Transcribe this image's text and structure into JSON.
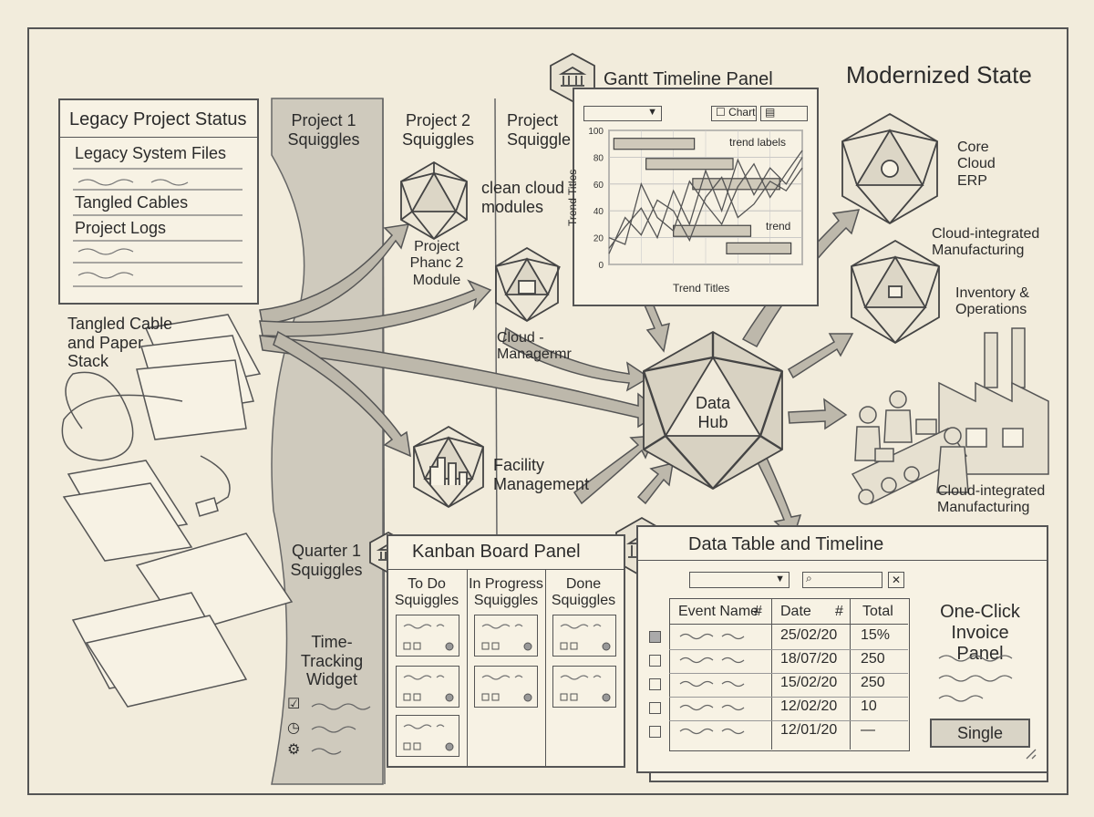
{
  "title": "Modernized State",
  "legacy_panel": {
    "title": "Legacy Project Status",
    "items": [
      "Legacy System Files",
      "Tangled Cables",
      "Project Logs"
    ]
  },
  "paper_stack_label": "Tangled Cable and Paper Stack",
  "project_columns": [
    "Project 1 Squiggles",
    "Project 2 Squiggles",
    "Project Squiggle"
  ],
  "quarter_label": "Quarter 1 Squiggles",
  "modules": {
    "clean_cloud": "clean cloud modules",
    "phase_module": "Project Phanc 2 Module",
    "cloud_manager": "Cloud - Managermr",
    "facility": "Facility Management",
    "data_hub": "Data Hub",
    "core_erp": "Core Cloud ERP",
    "cloud_mfg_top": "Cloud-integrated Manufacturing",
    "inventory": "Inventory & Operations",
    "cloud_mfg_bottom": "Cloud-integrated Manufacturing"
  },
  "gantt": {
    "title": "Gantt Timeline Panel",
    "chart_button": "Chart",
    "annotation_trend_labels": "trend labels",
    "annotation_trend": "trend"
  },
  "kanban": {
    "title": "Kanban Board Panel",
    "columns": [
      "To Do Squiggles",
      "In Progress Squiggles",
      "Done Squiggles"
    ]
  },
  "time_widget": {
    "label": "Time-Tracking Widget",
    "icons": [
      "checkbox-icon",
      "clock-icon",
      "gear-icon"
    ]
  },
  "data_table": {
    "title": "Data Table and Timeline",
    "headers": [
      "Event Name",
      "Date",
      "Total"
    ],
    "header_marks": [
      "#",
      "#"
    ],
    "rows": [
      {
        "checked": true,
        "date": "25/02/20",
        "total": "15%"
      },
      {
        "checked": false,
        "date": "18/07/20",
        "total": "250"
      },
      {
        "checked": false,
        "date": "15/02/20",
        "total": "250"
      },
      {
        "checked": false,
        "date": "12/02/20",
        "total": "10"
      },
      {
        "checked": false,
        "date": "12/01/20",
        "total": "—"
      }
    ]
  },
  "invoice": {
    "title": "One-Click Invoice Panel",
    "button": "Single"
  },
  "chart_data": {
    "type": "line",
    "ylabel": "Trend Titles",
    "xlabel": "Trend Titles",
    "ylim": [
      0,
      100
    ],
    "yticks": [
      0,
      20,
      40,
      60,
      80,
      100
    ],
    "x": [
      0,
      1,
      2,
      3,
      4,
      5,
      6,
      7,
      8,
      9,
      10,
      11,
      12
    ],
    "series": [
      {
        "values": [
          12,
          28,
          42,
          20,
          55,
          30,
          70,
          40,
          78,
          52,
          72,
          60,
          80
        ]
      },
      {
        "values": [
          20,
          15,
          60,
          35,
          25,
          62,
          45,
          30,
          58,
          75,
          50,
          68,
          85
        ]
      },
      {
        "values": [
          8,
          35,
          22,
          48,
          40,
          18,
          50,
          65,
          35,
          45,
          62,
          55,
          72
        ]
      }
    ],
    "bars": [
      {
        "start": 0.3,
        "end": 5.3,
        "y": 90
      },
      {
        "start": 2.3,
        "end": 7.7,
        "y": 75
      },
      {
        "start": 5.2,
        "end": 10.6,
        "y": 60
      },
      {
        "start": 4.0,
        "end": 8.8,
        "y": 25
      },
      {
        "start": 7.3,
        "end": 11.3,
        "y": 12
      }
    ],
    "grid": true
  }
}
